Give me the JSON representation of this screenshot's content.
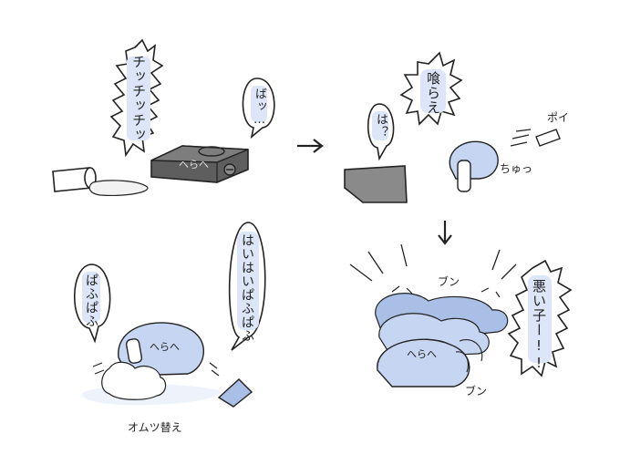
{
  "panel1": {
    "shout": "チッチッチッ",
    "bubble": "ばッ…",
    "face": "へらへ"
  },
  "panel2": {
    "shout": "喰らえ",
    "bubble": "は？",
    "throw": "ポイ",
    "suck": "ちゅっ"
  },
  "panel3": {
    "bubble_left": "ぱふぱふ",
    "bubble_right": "はいはいぱふぱふ",
    "face": "へらへ",
    "caption": "オムツ替え"
  },
  "panel4": {
    "sfx_top": "ブン",
    "sfx_bottom": "ブン",
    "shout": "悪い子ー!!",
    "face": "へらへ"
  },
  "colors": {
    "blob": "#c6d6f2",
    "blob_dark": "#a9bfe6",
    "bubble_fill": "#dce6f8",
    "stove": "#5a5a5a",
    "stove_top": "#7a7a7a",
    "line": "#222222"
  }
}
